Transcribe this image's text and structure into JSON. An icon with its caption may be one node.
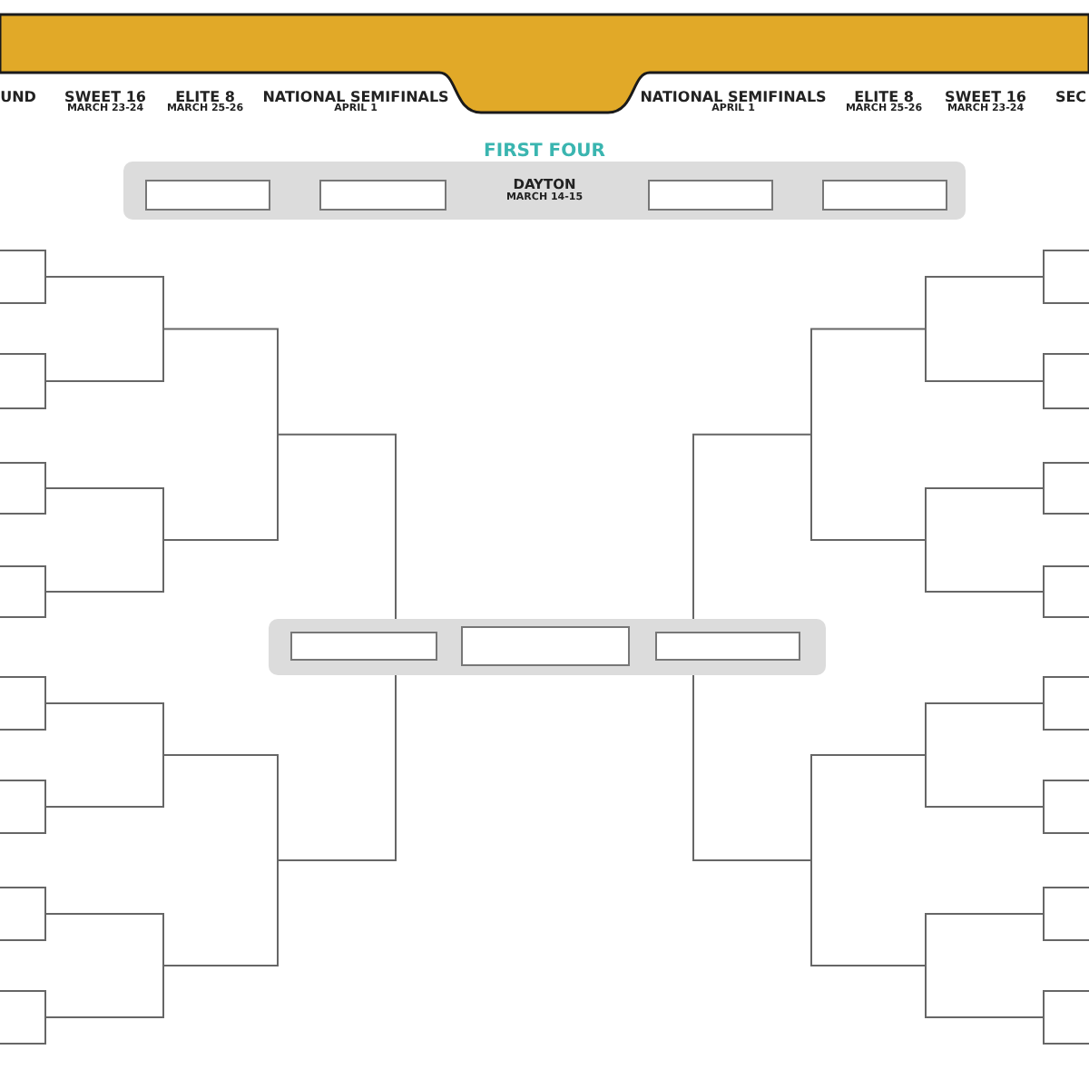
{
  "diagram": {
    "nodes": [
      {
        "text": [
          "FIRST FOUR",
          "DAYTON",
          "MARCH 14-15"
        ]
      },
      {
        "text": [],
        "shape": "box",
        "in": 0
      },
      {
        "text": [],
        "shape": "box",
        "in": 0
      },
      {
        "text": [],
        "shape": "box",
        "in": 0
      },
      {
        "text": [],
        "shape": "box",
        "in": 0
      },
      {
        "text": [],
        "shape": "box"
      },
      {
        "text": [],
        "shape": "box",
        "in": 5
      },
      {
        "text": [],
        "shape": "box",
        "in": 5
      },
      {
        "text": [],
        "shape": "box",
        "in": 5
      }
    ],
    "labels": [
      "UND",
      "SWEET 16",
      "MARCH 23-24",
      "ELITE 8",
      "MARCH 25-26",
      "NATIONAL SEMIFINALS",
      "APRIL 1",
      "NATIONAL SEMIFINALS",
      "APRIL 1",
      "ELITE 8",
      "MARCH 25-26",
      "SWEET 16",
      "MARCH 23-24",
      "SEC"
    ]
  }
}
